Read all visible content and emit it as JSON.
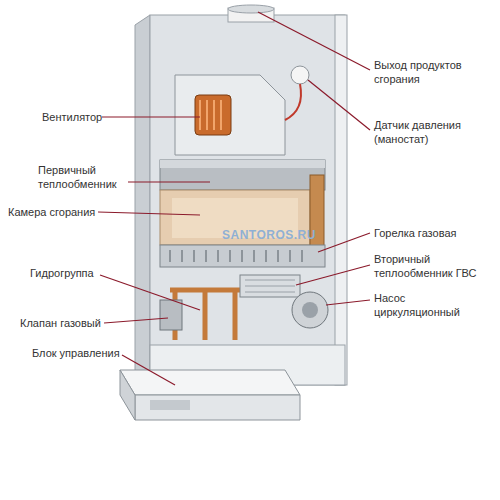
{
  "diagram": {
    "labels": [
      "Вентилятор",
      "Первичный теплообменник",
      "Камера сгорания",
      "Гидрогруппа",
      "Клапан газовый",
      "Блок управления",
      "Выход продуктов сгорания",
      "Датчик давления (маностат)",
      "Горелка газовая",
      "Вторичный теплообменник ГВС",
      "Насос циркуляционный",
      "SANTOROS.RU"
    ]
  }
}
